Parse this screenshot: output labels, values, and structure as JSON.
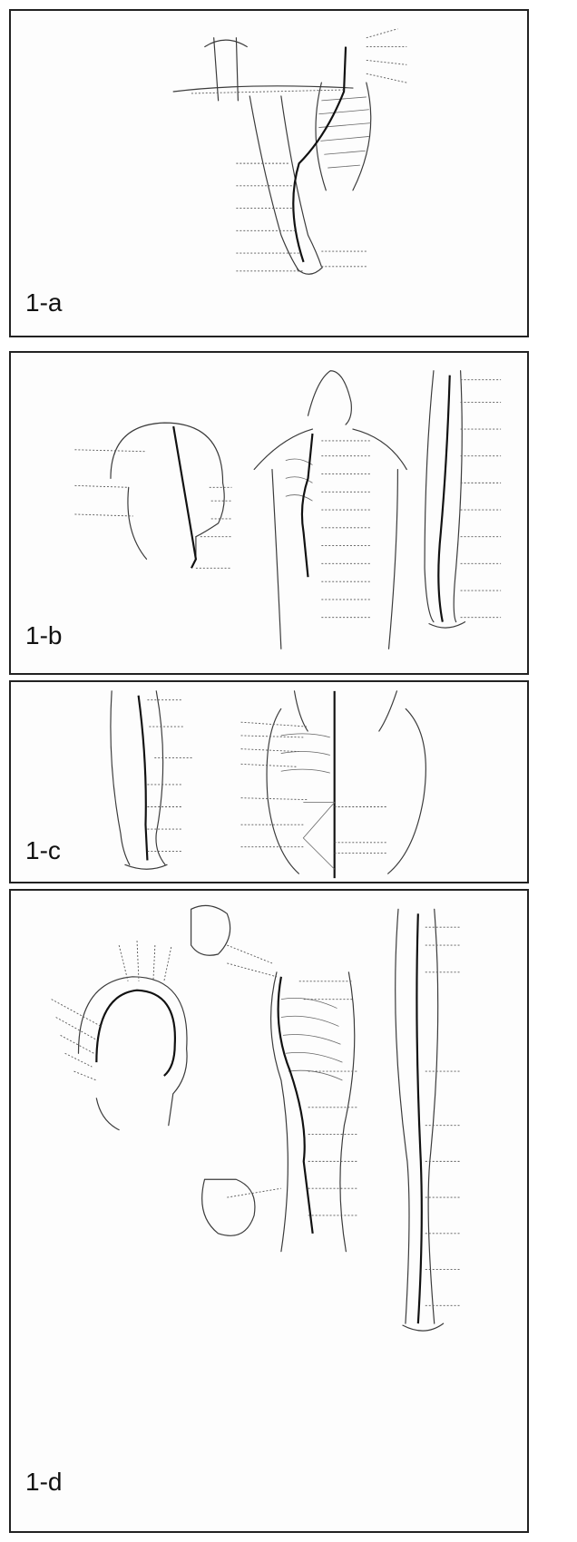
{
  "panels": [
    {
      "id": "a",
      "label": "1-a"
    },
    {
      "id": "b",
      "label": "1-b"
    },
    {
      "id": "c",
      "label": "1-c"
    },
    {
      "id": "d",
      "label": "1-d"
    }
  ]
}
